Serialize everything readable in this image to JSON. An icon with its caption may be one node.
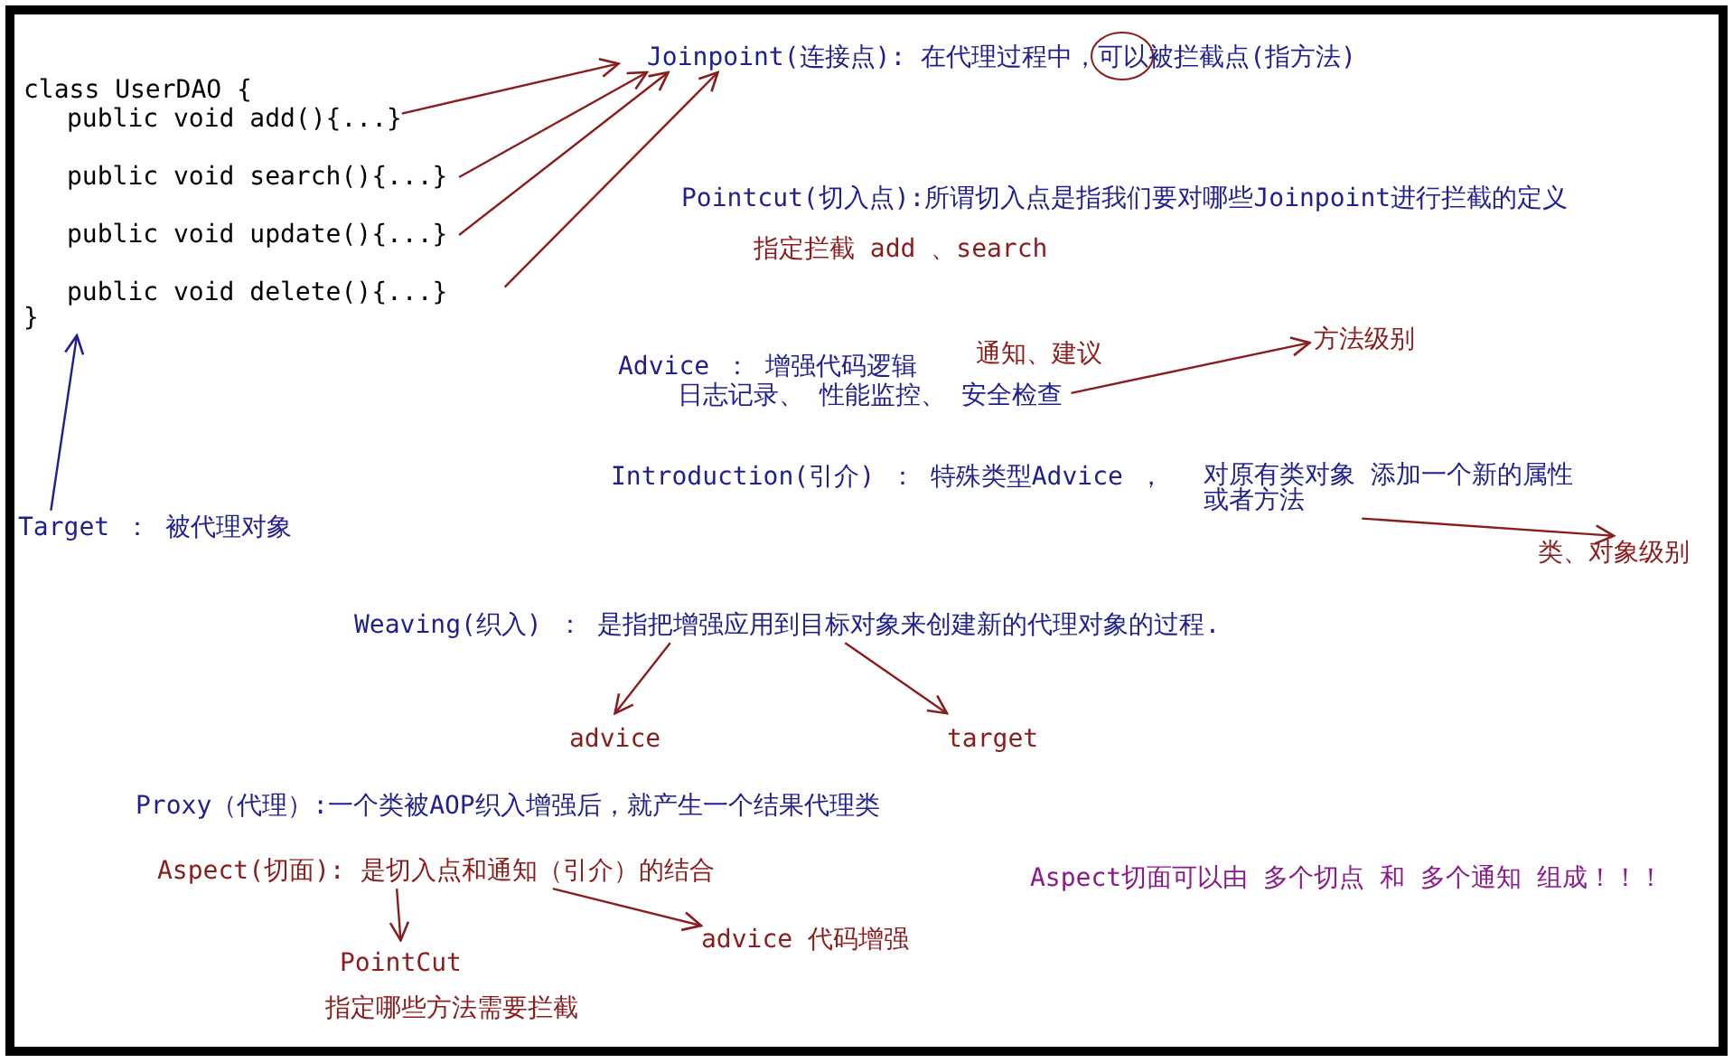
{
  "diagram": {
    "nodes": [
      {
        "text": [
          "class UserDAO {"
        ]
      },
      {
        "text": [
          "public void add(){...}"
        ]
      },
      {
        "text": [
          "public void search(){...}"
        ]
      },
      {
        "text": [
          "public void update(){...}"
        ]
      },
      {
        "text": [
          "public void delete(){...}"
        ]
      },
      {
        "text": [
          "}"
        ]
      },
      {
        "text": [
          "Joinpoint(连接点): 在代理过程中，可以被拦截点(指方法)"
        ]
      },
      {
        "text": [
          "Target ： 被代理对象"
        ]
      },
      {
        "text": [
          "Advice ： 增强代码逻辑",
          "日志记录、 性能监控、 安全检查"
        ]
      },
      {
        "text": [
          "方法级别"
        ]
      },
      {
        "text": [
          "Introduction(引介) ： 特殊类型Advice ，",
          "对原有类对象 添加一个新的属性或者方法"
        ]
      },
      {
        "text": [
          "类、对象级别"
        ]
      },
      {
        "text": [
          "Weaving(织入) ： 是指把增强应用到目标对象来创建新的代理对象的过程."
        ]
      },
      {
        "text": [
          "advice"
        ]
      },
      {
        "text": [
          "target"
        ]
      },
      {
        "text": [
          "Aspect(切面): 是切入点和通知（引介）的结合"
        ]
      },
      {
        "text": [
          "PointCut"
        ],
        "beside": [
          "指定哪些方法需要拦截"
        ]
      },
      {
        "text": [
          "advice 代码增强"
        ]
      }
    ],
    "edges": [
      {
        "from": 1,
        "to": 6,
        "arrow": "to"
      },
      {
        "from": 2,
        "to": 6,
        "arrow": "to"
      },
      {
        "from": 3,
        "to": 6,
        "arrow": "to"
      },
      {
        "from": 4,
        "to": 6,
        "arrow": "to"
      },
      {
        "from": 7,
        "to": 5,
        "arrow": "to",
        "color": "#1f1f8f"
      },
      {
        "from": 8,
        "to": 9,
        "arrow": "to"
      },
      {
        "from": 10,
        "to": 11,
        "arrow": "to"
      },
      {
        "from": 12,
        "to": 13,
        "arrow": "to"
      },
      {
        "from": 12,
        "to": 14,
        "arrow": "to"
      },
      {
        "from": 15,
        "to": 16,
        "arrow": "to"
      },
      {
        "from": 15,
        "to": 17,
        "arrow": "to"
      }
    ],
    "labels": [
      "Pointcut(切入点):所谓切入点是指我们要对哪些Joinpoint进行拦截的定义",
      "指定拦截 add 、search",
      "通知、建议",
      "Proxy（代理）:一个类被AOP织入增强后，就产生一个结果代理类",
      "Aspect切面可以由 多个切点 和 多个通知 组成！！！"
    ]
  }
}
